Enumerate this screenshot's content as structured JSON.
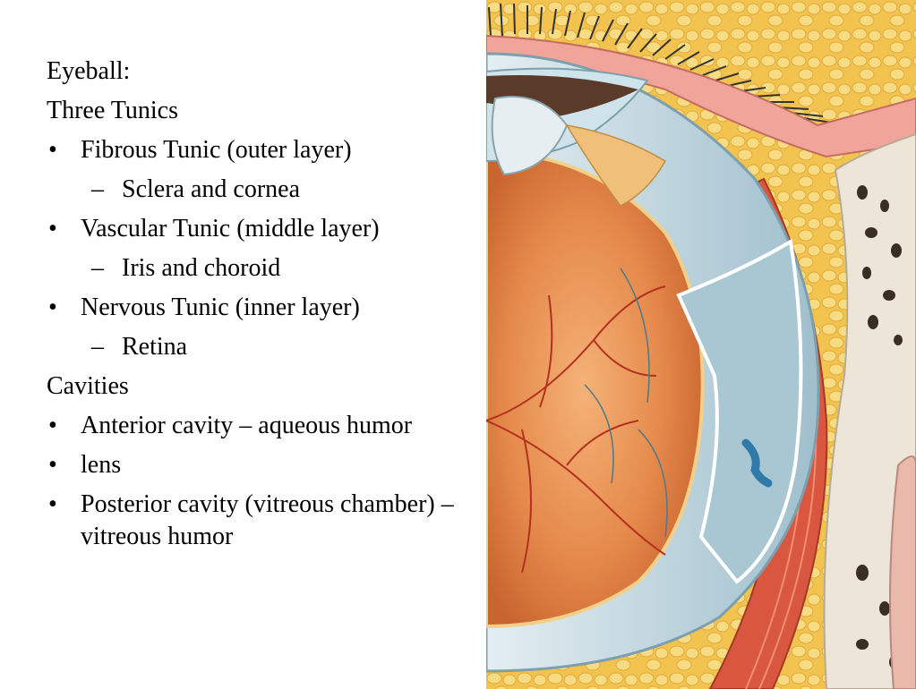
{
  "content": {
    "line1": "Eyeball:",
    "line2": "Three Tunics",
    "tunic1": "Fibrous Tunic (outer layer)",
    "tunic1_sub": "Sclera and cornea",
    "tunic2": "Vascular Tunic (middle layer)",
    "tunic2_sub": "Iris and choroid",
    "tunic3": "Nervous Tunic (inner layer)",
    "tunic3_sub": "Retina",
    "cavities": "Cavities",
    "cavity1": "Anterior  cavity – aqueous humor",
    "cavity2": "lens",
    "cavity3": "Posterior cavity (vitreous chamber) – vitreous humor"
  },
  "symbols": {
    "bullet": "•",
    "dash": "–"
  },
  "colors": {
    "retina": "#e58a4c",
    "sclera": "#b9d3de",
    "fat": "#f4cd62",
    "bone": "#ece5d8",
    "muscle": "#d9573f",
    "vessel": "#b5301f"
  }
}
